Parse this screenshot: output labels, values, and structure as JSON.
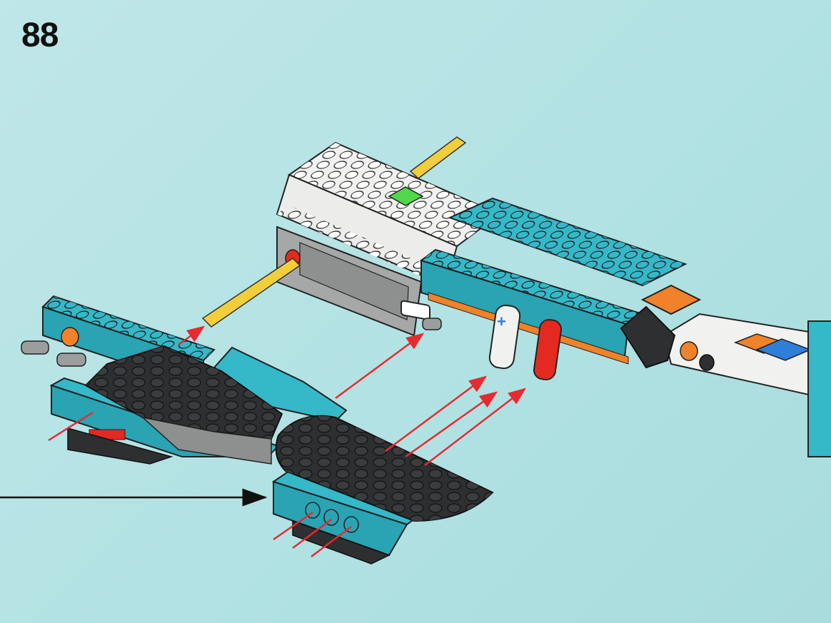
{
  "step": {
    "number": "88"
  },
  "colors": {
    "background": "#b7e4e5",
    "white_brick": "#f1f1ef",
    "grey_brick": "#a6a8a8",
    "teal_brick": "#35b8c8",
    "black_plate": "#2d2f31",
    "orange_brick": "#f08229",
    "blue_tile": "#2d7fd8",
    "green_light": "#4fd84a",
    "red_part": "#e42a20",
    "yellow_axle": "#f2cf3a",
    "arrow_red": "#e82a30",
    "arrow_black": "#111111"
  },
  "parts": [
    "yellow-axle",
    "white-hub",
    "grey-gearbox",
    "teal-beam",
    "black-wedge-plate",
    "teal-slope",
    "orange-pin",
    "grey-connector-pin",
    "white-liftarm",
    "red-liftarm",
    "blue-tile",
    "green-light"
  ]
}
